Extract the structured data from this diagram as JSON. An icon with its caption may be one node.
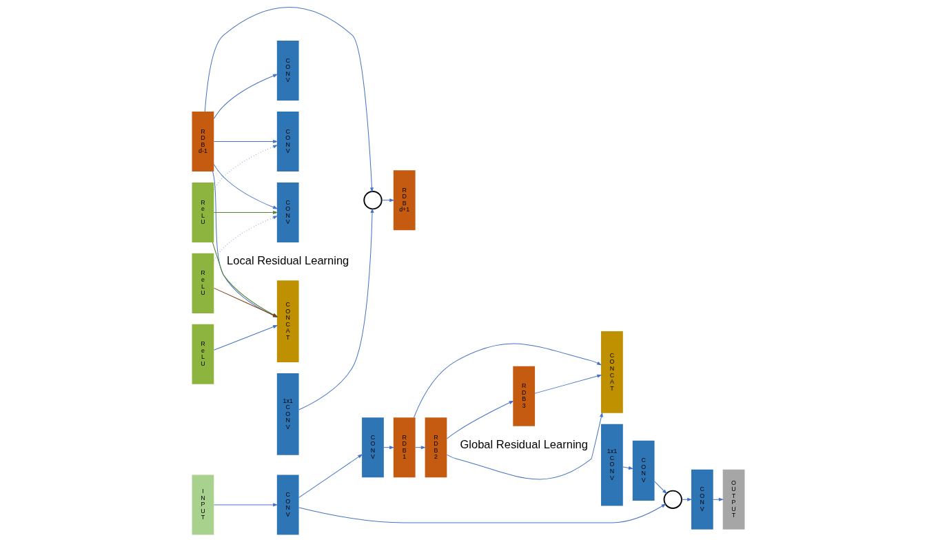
{
  "diagram": {
    "nodes": [
      {
        "text": [
          "I N P U T"
        ]
      },
      {
        "text": [
          "C O N V"
        ]
      },
      {
        "text": [
          "C O N V"
        ]
      },
      {
        "text": [
          "R D B 1"
        ]
      },
      {
        "text": [
          "R D B 2"
        ]
      },
      {
        "text": [
          "R D B 3"
        ]
      },
      {
        "text": [
          "C O N C A T"
        ]
      },
      {
        "text": [
          "1x1 C O N V"
        ]
      },
      {
        "text": [
          "C O N V"
        ]
      },
      {
        "text": [],
        "shape": "circle"
      },
      {
        "text": [
          "C O N V"
        ]
      },
      {
        "text": [
          "O U T P U T"
        ]
      },
      {
        "text": [
          "R D B d-1"
        ]
      },
      {
        "text": [
          "C O N V"
        ]
      },
      {
        "text": [
          "R e L U"
        ]
      },
      {
        "text": [
          "C O N V"
        ]
      },
      {
        "text": [
          "R e L U"
        ]
      },
      {
        "text": [
          "C O N V"
        ]
      },
      {
        "text": [
          "R e L U"
        ]
      },
      {
        "text": [
          "C O N C A T"
        ]
      },
      {
        "text": [
          "1x1 C O N V"
        ]
      },
      {
        "text": [],
        "shape": "circle"
      },
      {
        "text": [
          "R D B d+1"
        ]
      }
    ],
    "edges": [
      {
        "from": 0,
        "to": 1,
        "arrow": "to"
      },
      {
        "from": 1,
        "to": 2,
        "arrow": "to"
      },
      {
        "from": 2,
        "to": 3,
        "arrow": "to"
      },
      {
        "from": 3,
        "to": 4,
        "arrow": "to"
      },
      {
        "from": 4,
        "to": 5,
        "arrow": "to"
      },
      {
        "from": 5,
        "to": 6,
        "arrow": "to"
      },
      {
        "from": 3,
        "to": 6,
        "arrow": "to"
      },
      {
        "from": 4,
        "to": 6,
        "arrow": "to"
      },
      {
        "from": 7,
        "to": 8,
        "arrow": "to"
      },
      {
        "from": 8,
        "to": 9,
        "arrow": "to"
      },
      {
        "from": 1,
        "to": 9,
        "arrow": "to"
      },
      {
        "from": 9,
        "to": 10,
        "arrow": "to"
      },
      {
        "from": 10,
        "to": 11,
        "arrow": "to"
      },
      {
        "from": 12,
        "to": 13,
        "arrow": "to"
      },
      {
        "from": 14,
        "to": 15,
        "arrow": "to",
        "style": "dashed"
      },
      {
        "from": 16,
        "to": 17,
        "arrow": "to",
        "style": "dashed"
      },
      {
        "from": 18,
        "to": 19,
        "arrow": "to"
      },
      {
        "from": 12,
        "to": 15,
        "arrow": "to"
      },
      {
        "from": 12,
        "to": 17,
        "arrow": "to"
      },
      {
        "from": 12,
        "to": 19,
        "arrow": "to"
      },
      {
        "from": 14,
        "to": 17,
        "arrow": "to",
        "color": "#548235"
      },
      {
        "from": 14,
        "to": 19,
        "arrow": "to",
        "color": "#548235"
      },
      {
        "from": 16,
        "to": 19,
        "arrow": "to",
        "color": "#843c0c"
      },
      {
        "from": 20,
        "to": 21,
        "arrow": "to"
      },
      {
        "from": 12,
        "to": 21,
        "arrow": "to"
      },
      {
        "from": 21,
        "to": 22,
        "arrow": "to"
      }
    ],
    "labels": [
      "Global Residual Learning",
      "Local Residual Learning"
    ]
  }
}
